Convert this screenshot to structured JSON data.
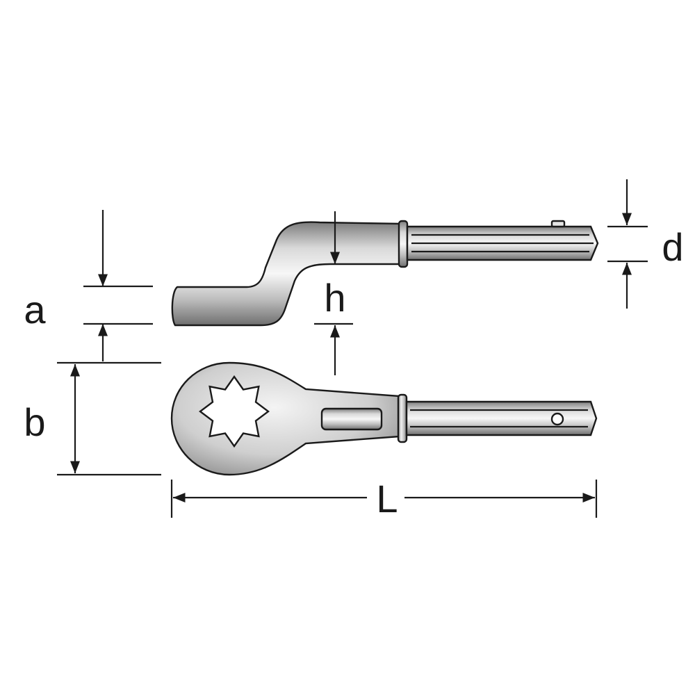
{
  "labels": {
    "a": "a",
    "b": "b",
    "h": "h",
    "d": "d",
    "L": "L"
  },
  "colors": {
    "line": "#1a1a1a",
    "metal_light": "#f2f2f2",
    "metal_dark": "#8a8a8a",
    "background": "#ffffff"
  }
}
